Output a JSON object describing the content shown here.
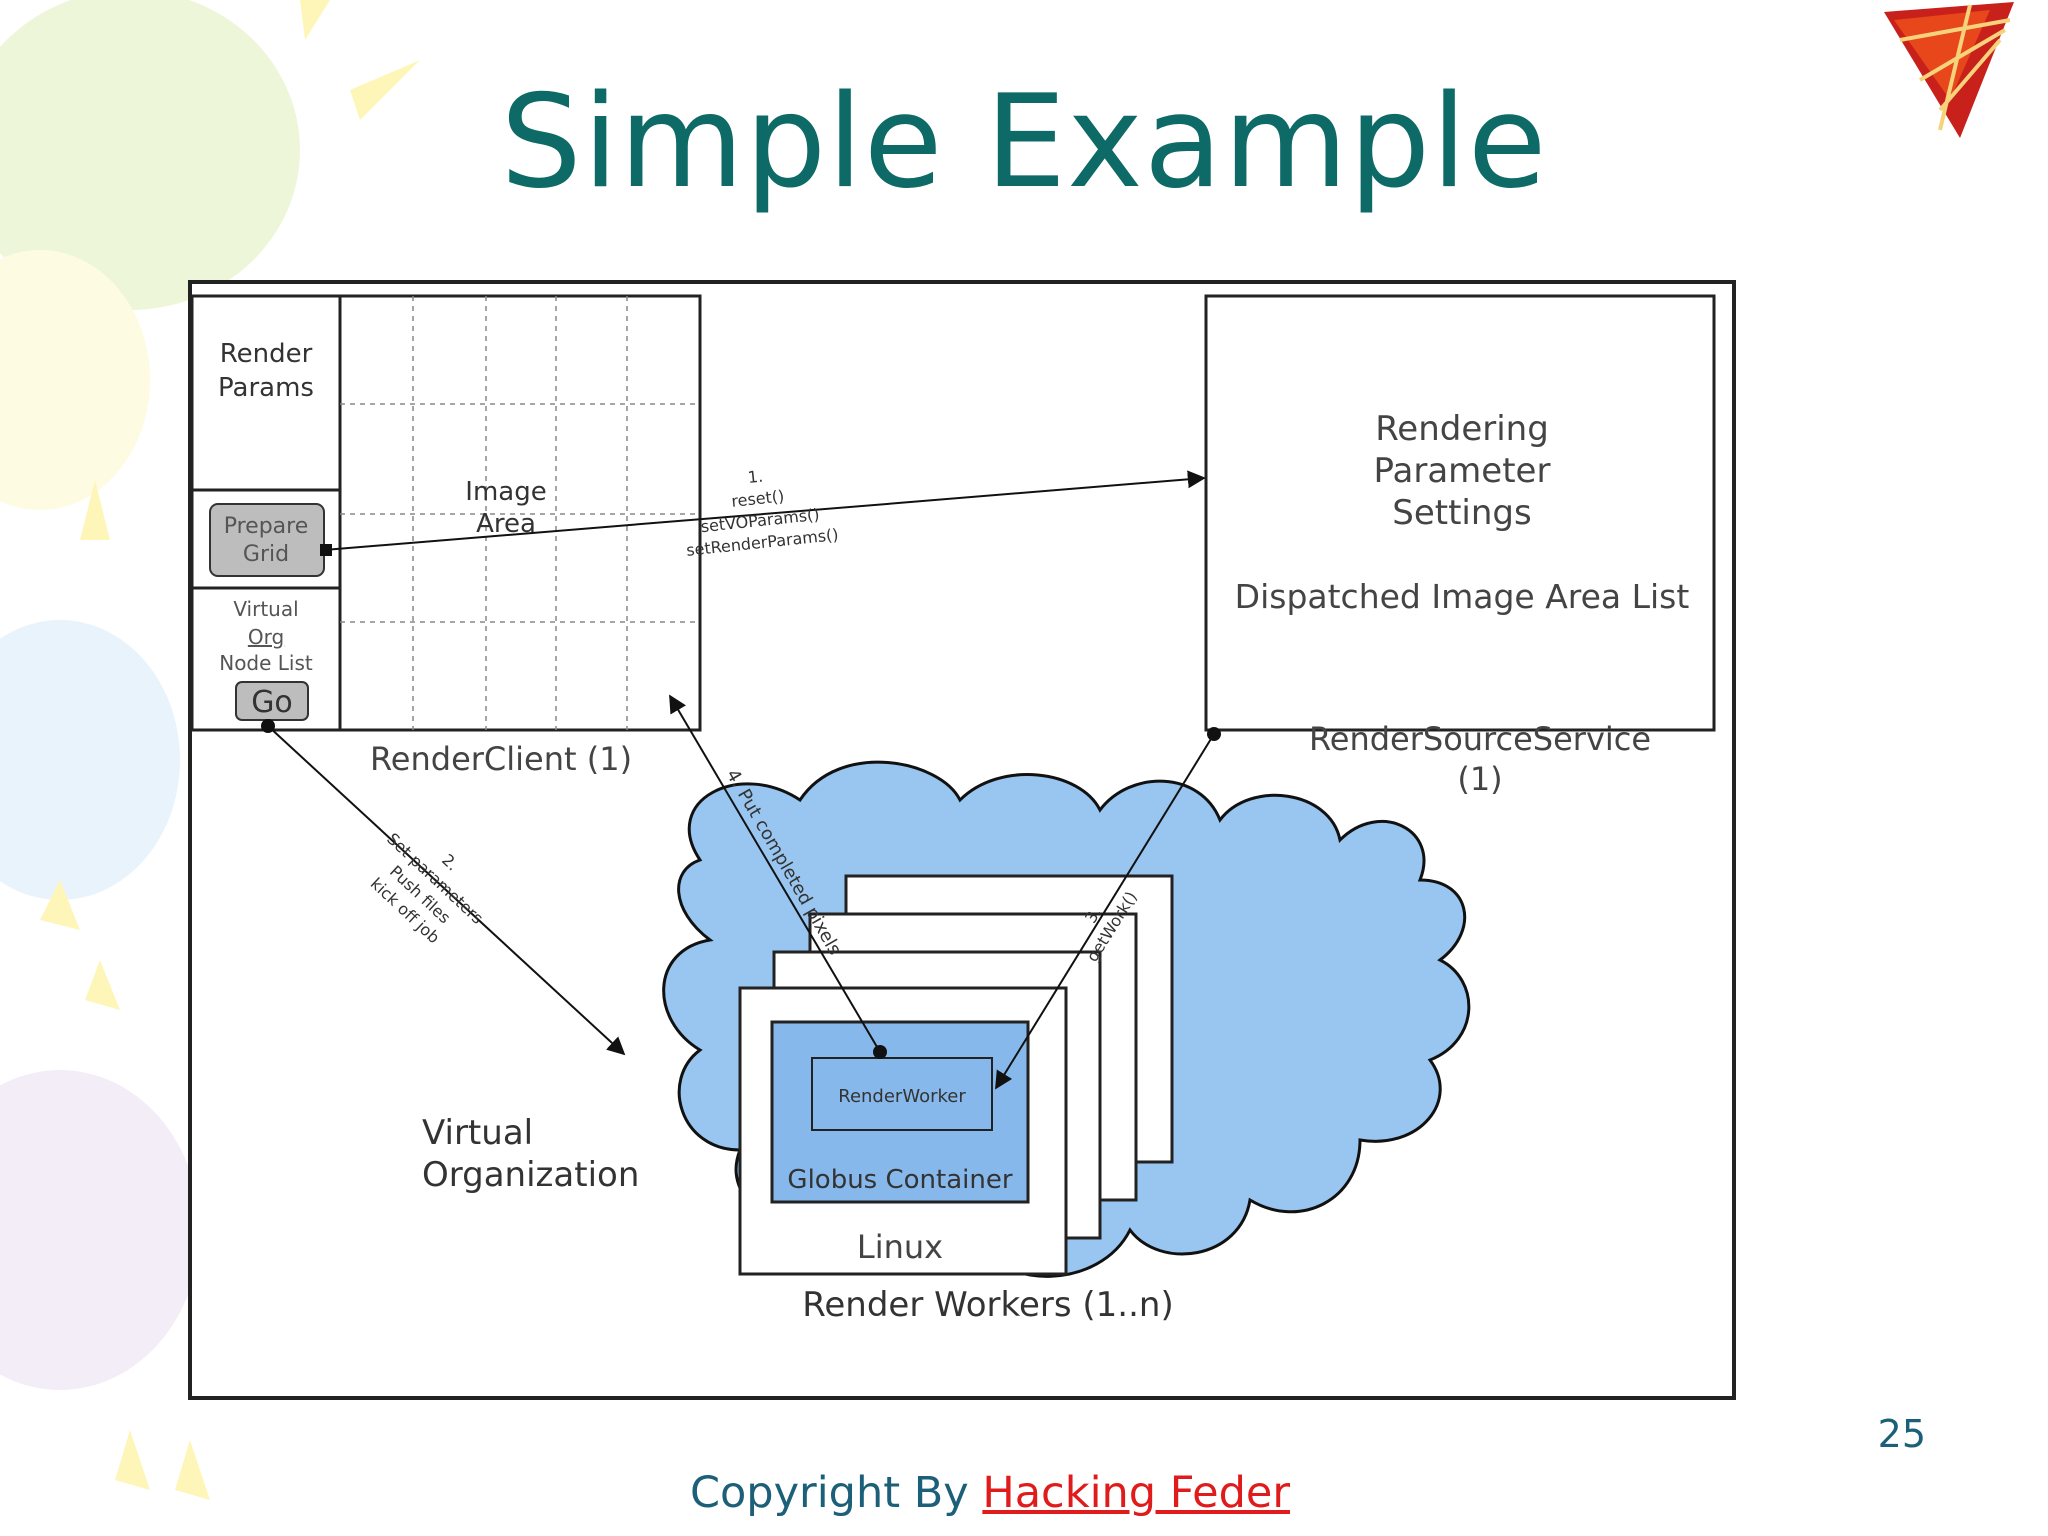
{
  "slide": {
    "title": "Simple Example",
    "page_number": "25",
    "copyright_prefix": "Copyright By ",
    "copyright_link": "Hacking Feder"
  },
  "diagram": {
    "client": {
      "render_params": [
        "Render",
        "Params"
      ],
      "prepare_grid": [
        "Prepare",
        "Grid"
      ],
      "vo_node_list": [
        "Virtual",
        "Org",
        "Node List"
      ],
      "go_button": "Go",
      "image_area": [
        "Image",
        "Area"
      ],
      "label": "RenderClient (1)"
    },
    "source_service": {
      "settings": [
        "Rendering",
        "Parameter",
        "Settings"
      ],
      "dispatched_list": "Dispatched Image Area List",
      "label": [
        "RenderSourceService",
        "(1)"
      ]
    },
    "arrow1_labels": [
      "1.",
      "reset()",
      "setVOParams()",
      "setRenderParams()"
    ],
    "arrow2_labels": [
      "2.",
      "Set parameters",
      "Push files",
      "kick off job"
    ],
    "arrow3_labels": [
      "3.",
      "getWork()"
    ],
    "arrow4_label": "4. Put completed pixels",
    "worker": {
      "render_worker": "RenderWorker",
      "container": "Globus Container",
      "os": "Linux",
      "cloud_label": "Render Workers (1..n)"
    },
    "virtual_org": [
      "Virtual",
      "Organization"
    ],
    "colors": {
      "title": "#0e6a66",
      "cloud": "#99c6f0",
      "container": "#86b8ec",
      "link": "#e01b1b"
    }
  }
}
